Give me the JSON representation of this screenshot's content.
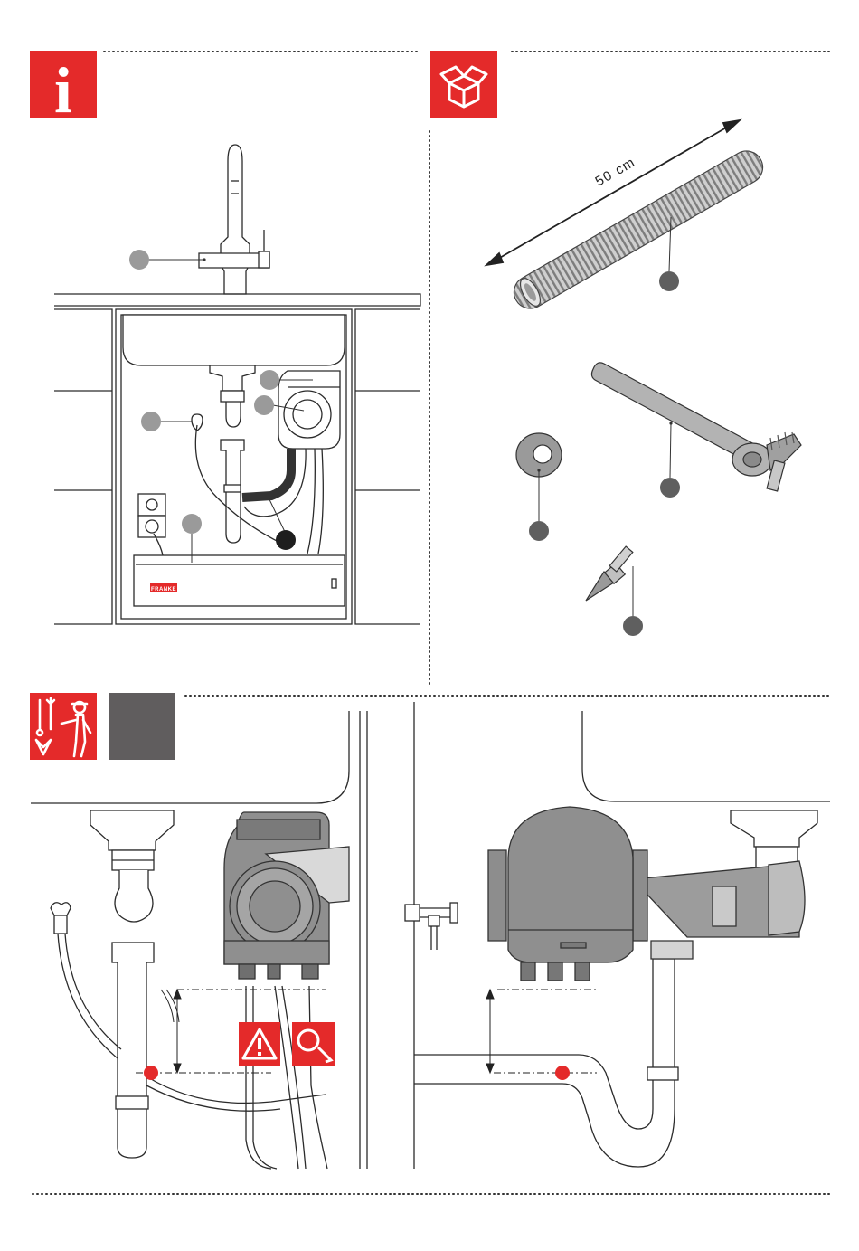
{
  "colors": {
    "accent_red": "#e42a2a",
    "part_grey": "#9a9a9a",
    "dark_grey": "#5f5f5f",
    "step_grey": "#605d5e",
    "line": "#2b2b2b",
    "callout_black": "#1e1e1e"
  },
  "icons": {
    "info": "info-icon",
    "box": "package-box-icon",
    "installer": "installer-tools-icon",
    "warning": "warning-triangle-icon",
    "measure": "tape-measure-icon"
  },
  "info_badge_glyph": "i",
  "package": {
    "hose_length_label": "50 cm"
  },
  "appliance": {
    "brand_label": "FRANKE"
  }
}
